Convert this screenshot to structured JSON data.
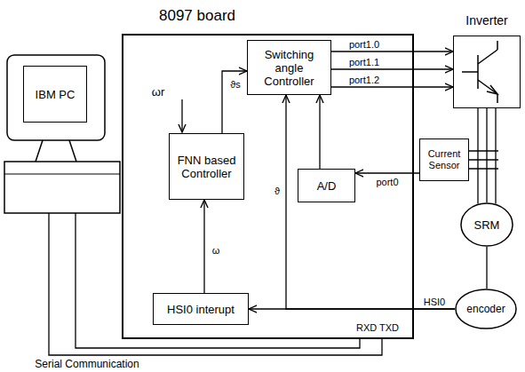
{
  "diagram": {
    "nodes": [
      {
        "text": [
          "8097 board"
        ]
      },
      {
        "text": [
          "Switching angle Controller"
        ],
        "in": 0
      },
      {
        "text": [
          "FNN based Controller"
        ],
        "in": 0
      },
      {
        "text": [
          "A/D"
        ],
        "in": 0
      },
      {
        "text": [
          "HSI0 interupt"
        ],
        "in": 0
      },
      {
        "text": [
          "IBM PC"
        ]
      },
      {
        "text": [
          "Inverter"
        ]
      },
      {
        "text": [
          "Current Sensor"
        ]
      },
      {
        "text": [
          "SRM"
        ]
      },
      {
        "text": [
          "encoder"
        ]
      }
    ],
    "edges": [
      {
        "from": 2,
        "to": 1,
        "label": "ϑs",
        "arrow": "to"
      },
      {
        "from": 1,
        "to": 6,
        "label": "port1.0",
        "arrow": "to"
      },
      {
        "from": 1,
        "to": 6,
        "label": "port1.1",
        "arrow": "to"
      },
      {
        "from": 1,
        "to": 6,
        "label": "port1.2",
        "arrow": "to"
      },
      {
        "from": 7,
        "to": 3,
        "label": "port0",
        "arrow": "to"
      },
      {
        "from": 3,
        "to": 1,
        "arrow": "to"
      },
      {
        "from": 9,
        "to": 4,
        "label": "HSI0",
        "arrow": "to"
      },
      {
        "from": 4,
        "to": 2,
        "label": "ω",
        "arrow": "to"
      },
      {
        "from": 9,
        "to": 1,
        "label": "ϑ",
        "arrow": "to"
      },
      {
        "from": 5,
        "to": 0,
        "arrow": "none"
      },
      {
        "from": 5,
        "to": 0,
        "arrow": "none"
      },
      {
        "from": 6,
        "to": 8,
        "arrow": "none"
      },
      {
        "from": 8,
        "to": 9,
        "arrow": "none"
      }
    ],
    "labels": [
      "ωr",
      "RXD TXD",
      "Serial Communication"
    ]
  }
}
